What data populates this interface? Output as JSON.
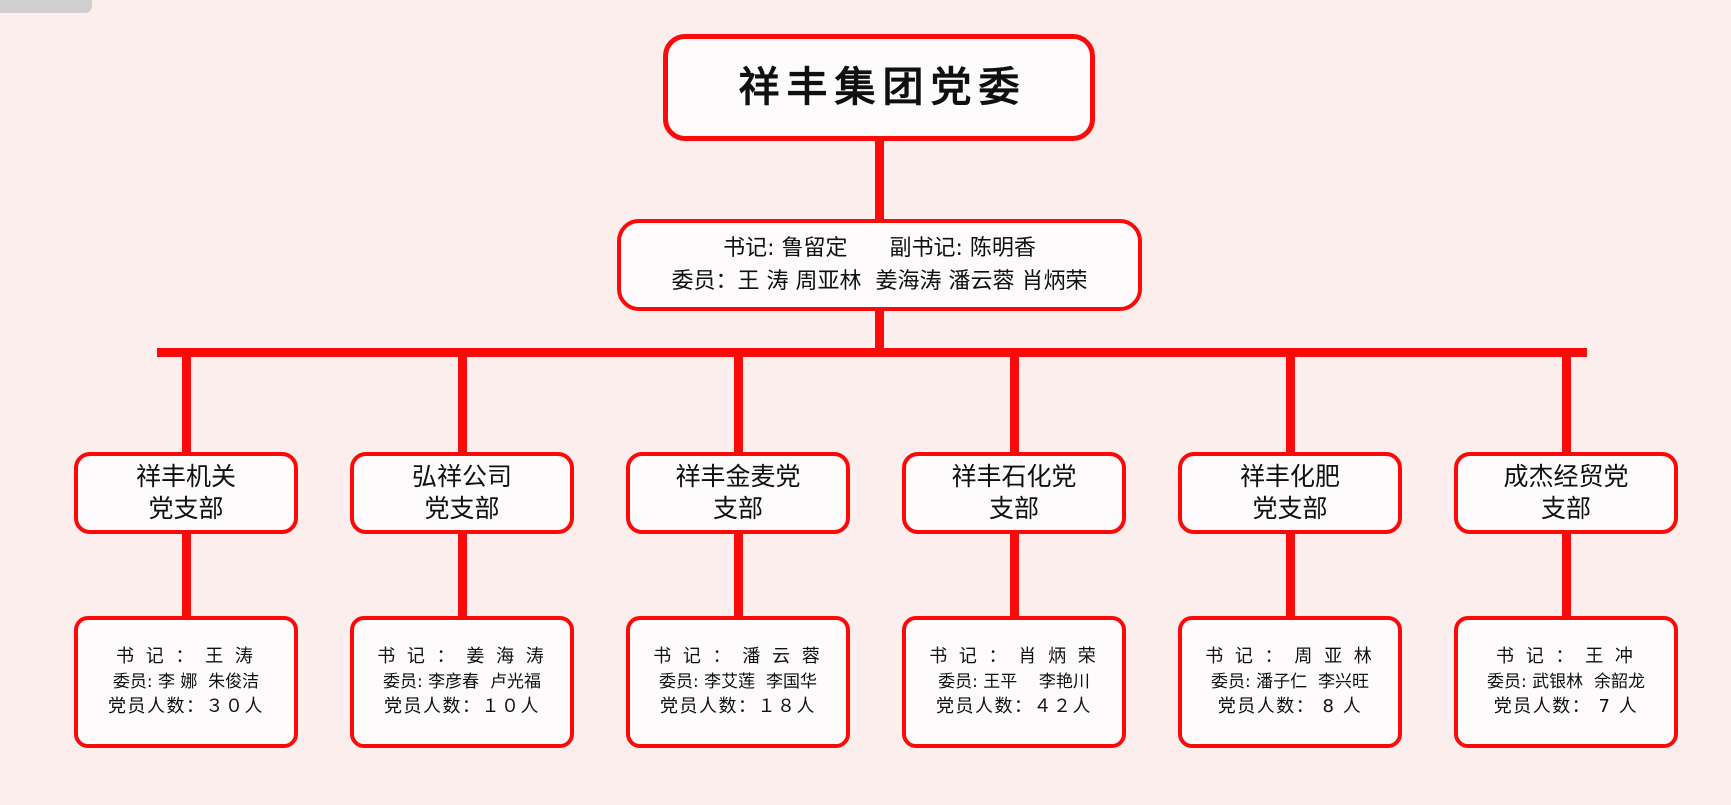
{
  "colors": {
    "background": "#fdeeee",
    "line": "#fb0a0a",
    "box_fill": "#fdfbfb",
    "text": "#101010"
  },
  "root": {
    "title": "祥丰集团党委"
  },
  "committee": {
    "line1": "书记: 鲁留定      副书记: 陈明香",
    "line2": "委员：王 涛 周亚林  姜海涛 潘云蓉 肖炳荣",
    "secretary_label": "书记",
    "secretary": "鲁留定",
    "deputy_label": "副书记",
    "deputy": "陈明香",
    "members_label": "委员",
    "members": [
      "王 涛",
      "周亚林",
      "姜海涛",
      "潘云蓉",
      "肖炳荣"
    ]
  },
  "branches": [
    {
      "name": "祥丰机关\n党支部",
      "secretary_line": "书 记 ： 王 涛",
      "members_line": "委员: 李 娜  朱俊洁",
      "count_line": "党员人数：３０人",
      "secretary": "王 涛",
      "members": [
        "李 娜",
        "朱俊洁"
      ],
      "member_count": "30"
    },
    {
      "name": "弘祥公司\n党支部",
      "secretary_line": "书 记 ： 姜 海 涛",
      "members_line": "委员: 李彦春  卢光福",
      "count_line": "党员人数：１０人",
      "secretary": "姜海涛",
      "members": [
        "李彦春",
        "卢光福"
      ],
      "member_count": "10"
    },
    {
      "name": "祥丰金麦党\n支部",
      "secretary_line": "书 记 ： 潘 云 蓉",
      "members_line": "委员: 李艾莲  李国华",
      "count_line": "党员人数：１８人",
      "secretary": "潘云蓉",
      "members": [
        "李艾莲",
        "李国华"
      ],
      "member_count": "18"
    },
    {
      "name": "祥丰石化党\n支部",
      "secretary_line": "书 记 ： 肖 炳 荣",
      "members_line": "委员: 王平    李艳川",
      "count_line": "党员人数：４２人",
      "secretary": "肖炳荣",
      "members": [
        "王平",
        "李艳川"
      ],
      "member_count": "42"
    },
    {
      "name": "祥丰化肥\n党支部",
      "secretary_line": "书 记 ： 周 亚 林",
      "members_line": "委员: 潘子仁  李兴旺",
      "count_line": "党员人数： 8 人",
      "secretary": "周亚林",
      "members": [
        "潘子仁",
        "李兴旺"
      ],
      "member_count": "8"
    },
    {
      "name": "成杰经贸党\n支部",
      "secretary_line": "书 记 ： 王 冲",
      "members_line": "委员: 武银林  余韶龙",
      "count_line": "党员人数： 7 人",
      "secretary": "王 冲",
      "members": [
        "武银林",
        "余韶龙"
      ],
      "member_count": "7"
    }
  ]
}
